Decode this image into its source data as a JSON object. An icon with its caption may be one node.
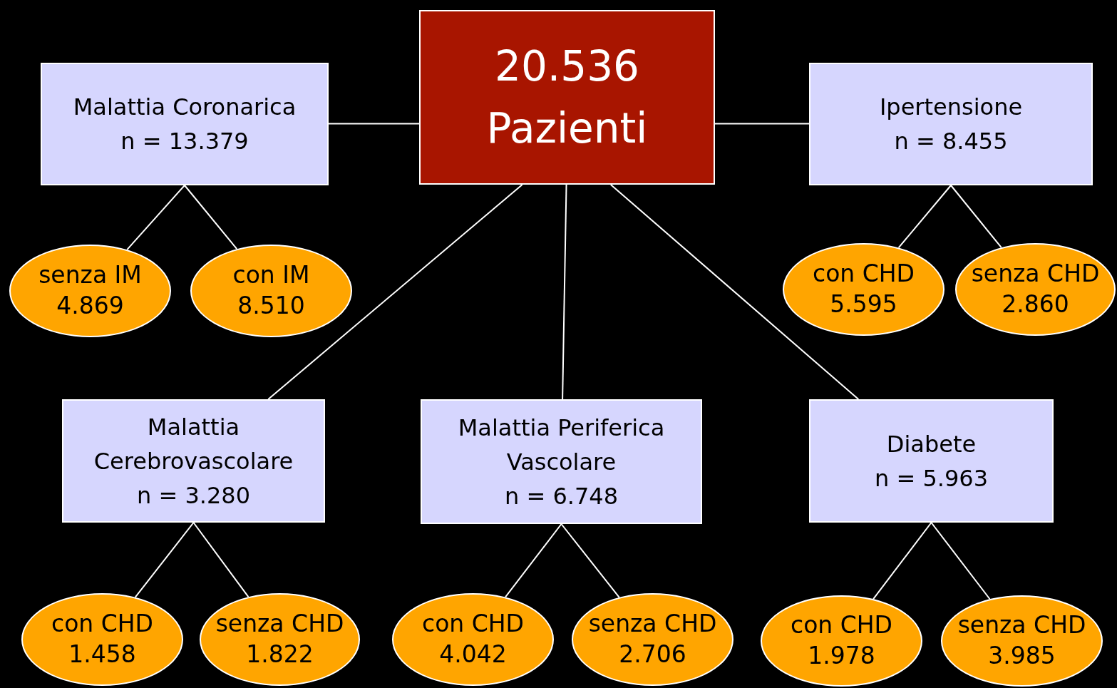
{
  "diagram": {
    "nodes": [
      {
        "text": [
          "20.536 Pazienti"
        ]
      },
      {
        "text": [
          "Malattia Coronarica",
          "n = 13.379"
        ]
      },
      {
        "text": [
          "senza IM",
          "4.869"
        ]
      },
      {
        "text": [
          "con IM",
          "8.510"
        ]
      },
      {
        "text": [
          "Ipertensione",
          "n = 8.455"
        ]
      },
      {
        "text": [
          "con CHD",
          "5.595"
        ]
      },
      {
        "text": [
          "senza CHD",
          "2.860"
        ]
      },
      {
        "text": [
          "Malattia Cerebrovascolare",
          "n = 3.280"
        ]
      },
      {
        "text": [
          "con CHD",
          "1.458"
        ]
      },
      {
        "text": [
          "senza CHD",
          "1.822"
        ]
      },
      {
        "text": [
          "Malattia Periferica Vascolare",
          "n = 6.748"
        ]
      },
      {
        "text": [
          "con CHD",
          "4.042"
        ]
      },
      {
        "text": [
          "senza CHD",
          "2.706"
        ]
      },
      {
        "text": [
          "Diabete",
          "n = 5.963"
        ]
      },
      {
        "text": [
          "con CHD",
          "1.978"
        ]
      },
      {
        "text": [
          "senza CHD",
          "3.985"
        ]
      }
    ],
    "edges": [
      {
        "from": 0,
        "to": 1,
        "arrow": "none"
      },
      {
        "from": 0,
        "to": 4,
        "arrow": "none"
      },
      {
        "from": 0,
        "to": 7,
        "arrow": "none"
      },
      {
        "from": 0,
        "to": 10,
        "arrow": "none"
      },
      {
        "from": 0,
        "to": 13,
        "arrow": "none"
      },
      {
        "from": 1,
        "to": 2,
        "arrow": "none"
      },
      {
        "from": 1,
        "to": 3,
        "arrow": "none"
      },
      {
        "from": 4,
        "to": 5,
        "arrow": "none"
      },
      {
        "from": 4,
        "to": 6,
        "arrow": "none"
      },
      {
        "from": 7,
        "to": 8,
        "arrow": "none"
      },
      {
        "from": 7,
        "to": 9,
        "arrow": "none"
      },
      {
        "from": 10,
        "to": 11,
        "arrow": "none"
      },
      {
        "from": 10,
        "to": 12,
        "arrow": "none"
      },
      {
        "from": 13,
        "to": 14,
        "arrow": "none"
      },
      {
        "from": 13,
        "to": 15,
        "arrow": "none"
      }
    ]
  }
}
